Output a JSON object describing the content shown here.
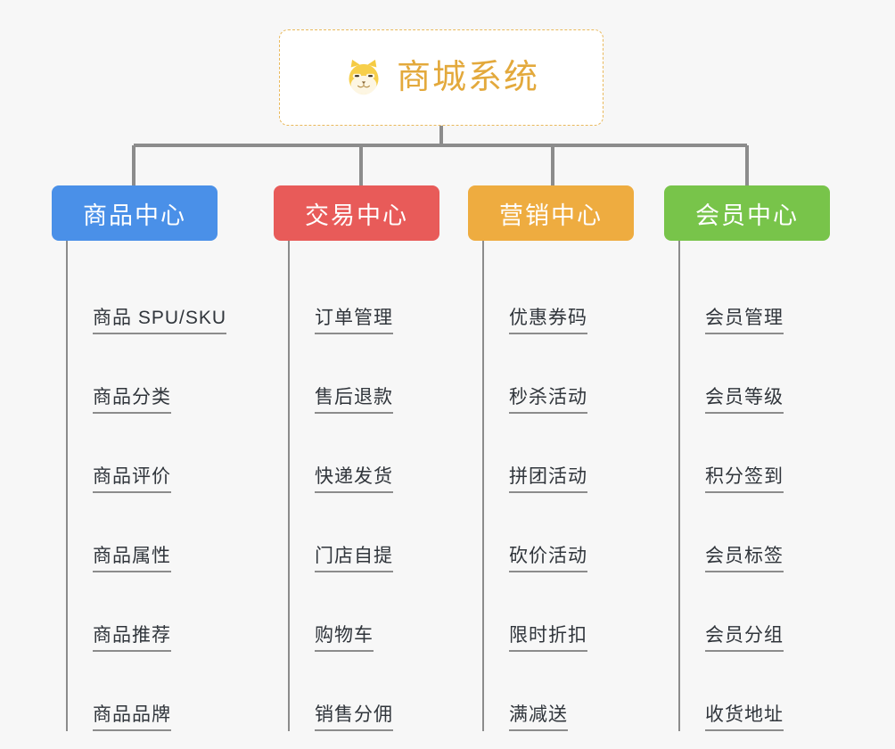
{
  "background_color": "#f7f7f7",
  "root": {
    "title": "商城系统",
    "icon": "shiba-dog-face-icon",
    "title_color": "#e3a93c",
    "border_color": "#e9b95c",
    "fill_color": "#ffffff"
  },
  "connector_color": "#8c8c8c",
  "branches": [
    {
      "label": "商品中心",
      "color": "#4a90e8",
      "leaves": [
        "商品 SPU/SKU",
        "商品分类",
        "商品评价",
        "商品属性",
        "商品推荐",
        "商品品牌"
      ]
    },
    {
      "label": "交易中心",
      "color": "#e85b59",
      "leaves": [
        "订单管理",
        "售后退款",
        "快递发货",
        "门店自提",
        "购物车",
        "销售分佣"
      ]
    },
    {
      "label": "营销中心",
      "color": "#eeac40",
      "leaves": [
        "优惠券码",
        "秒杀活动",
        "拼团活动",
        "砍价活动",
        "限时折扣",
        "满减送"
      ]
    },
    {
      "label": "会员中心",
      "color": "#78c44a",
      "leaves": [
        "会员管理",
        "会员等级",
        "积分签到",
        "会员标签",
        "会员分组",
        "收货地址"
      ]
    }
  ]
}
